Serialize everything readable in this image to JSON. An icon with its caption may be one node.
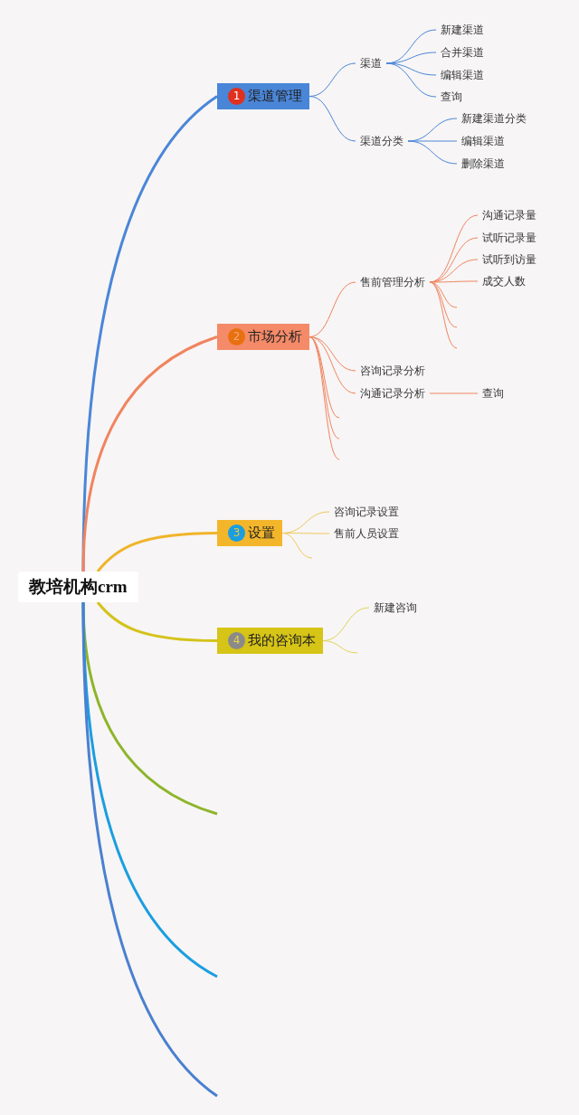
{
  "diagram": {
    "nodes": [
      {
        "text": [
          "教培机构crm"
        ]
      },
      {
        "text": [
          "1",
          "渠道管理"
        ]
      },
      {
        "text": [
          "渠道"
        ]
      },
      {
        "text": [
          "新建渠道"
        ]
      },
      {
        "text": [
          "合并渠道"
        ]
      },
      {
        "text": [
          "编辑渠道"
        ]
      },
      {
        "text": [
          "查询"
        ]
      },
      {
        "text": [
          "渠道分类"
        ]
      },
      {
        "text": [
          "新建渠道分类"
        ]
      },
      {
        "text": [
          "编辑渠道"
        ]
      },
      {
        "text": [
          "删除渠道"
        ]
      },
      {
        "text": [
          "2",
          "市场分析"
        ]
      },
      {
        "text": [
          "售前管理分析"
        ]
      },
      {
        "text": [
          "沟通记录量"
        ]
      },
      {
        "text": [
          "试听记录量"
        ]
      },
      {
        "text": [
          "试听到访量"
        ]
      },
      {
        "text": [
          "成交人数"
        ]
      },
      {
        "text": [
          "咨询记录分析"
        ]
      },
      {
        "text": [
          "沟通记录分析"
        ]
      },
      {
        "text": [
          "查询"
        ]
      },
      {
        "text": [
          "3",
          "设置"
        ]
      },
      {
        "text": [
          "咨询记录设置"
        ]
      },
      {
        "text": [
          "售前人员设置"
        ]
      },
      {
        "text": [
          "4",
          "我的咨询本"
        ]
      },
      {
        "text": [
          "新建咨询"
        ]
      }
    ],
    "edges": [
      {
        "from": 0,
        "to": 1,
        "arrow": "none",
        "style": "thick",
        "color": "#4a86d8"
      },
      {
        "from": 0,
        "to": 11,
        "arrow": "none",
        "style": "thick",
        "color": "#f0845f"
      },
      {
        "from": 0,
        "to": 20,
        "arrow": "none",
        "style": "thick",
        "color": "#f0b42a"
      },
      {
        "from": 0,
        "to": 23,
        "arrow": "none",
        "style": "thick",
        "color": "#d4c31a"
      },
      {
        "from": 0,
        "to": null,
        "arrow": "none",
        "style": "thick",
        "color": "#8db52a"
      },
      {
        "from": 0,
        "to": null,
        "arrow": "none",
        "style": "thick",
        "color": "#1a9ee0"
      },
      {
        "from": 0,
        "to": null,
        "arrow": "none",
        "style": "thick",
        "color": "#4a80d0"
      },
      {
        "from": 1,
        "to": 2,
        "arrow": "none",
        "color": "#4a86d8"
      },
      {
        "from": 2,
        "to": 3,
        "arrow": "none",
        "color": "#4a86d8"
      },
      {
        "from": 2,
        "to": 4,
        "arrow": "none",
        "color": "#4a86d8"
      },
      {
        "from": 2,
        "to": 5,
        "arrow": "none",
        "color": "#4a86d8"
      },
      {
        "from": 2,
        "to": 6,
        "arrow": "none",
        "color": "#4a86d8"
      },
      {
        "from": 1,
        "to": 7,
        "arrow": "none",
        "color": "#4a86d8"
      },
      {
        "from": 7,
        "to": 8,
        "arrow": "none",
        "color": "#4a86d8"
      },
      {
        "from": 7,
        "to": 9,
        "arrow": "none",
        "color": "#4a86d8"
      },
      {
        "from": 7,
        "to": 10,
        "arrow": "none",
        "color": "#4a86d8"
      },
      {
        "from": 11,
        "to": 12,
        "arrow": "none",
        "color": "#f0845f"
      },
      {
        "from": 12,
        "to": 13,
        "arrow": "none",
        "color": "#f0845f"
      },
      {
        "from": 12,
        "to": 14,
        "arrow": "none",
        "color": "#f0845f"
      },
      {
        "from": 12,
        "to": 15,
        "arrow": "none",
        "color": "#f0845f"
      },
      {
        "from": 12,
        "to": 16,
        "arrow": "none",
        "color": "#f0845f"
      },
      {
        "from": 12,
        "to": null,
        "arrow": "none",
        "color": "#f0845f"
      },
      {
        "from": 12,
        "to": null,
        "arrow": "none",
        "color": "#f0845f"
      },
      {
        "from": 12,
        "to": null,
        "arrow": "none",
        "color": "#f0845f"
      },
      {
        "from": 11,
        "to": 17,
        "arrow": "none",
        "color": "#f0845f"
      },
      {
        "from": 11,
        "to": 18,
        "arrow": "none",
        "color": "#f0845f"
      },
      {
        "from": 18,
        "to": 19,
        "arrow": "none",
        "color": "#f0845f"
      },
      {
        "from": 11,
        "to": null,
        "arrow": "none",
        "color": "#f0845f"
      },
      {
        "from": 11,
        "to": null,
        "arrow": "none",
        "color": "#f0845f"
      },
      {
        "from": 11,
        "to": null,
        "arrow": "none",
        "color": "#f0845f"
      },
      {
        "from": 20,
        "to": 21,
        "arrow": "none",
        "color": "#f0c85a"
      },
      {
        "from": 20,
        "to": 22,
        "arrow": "none",
        "color": "#f0c85a"
      },
      {
        "from": 20,
        "to": null,
        "arrow": "none",
        "color": "#f0c85a"
      },
      {
        "from": 23,
        "to": 24,
        "arrow": "none",
        "color": "#e0d45a"
      },
      {
        "from": 23,
        "to": null,
        "arrow": "none",
        "color": "#e0d45a"
      }
    ]
  }
}
